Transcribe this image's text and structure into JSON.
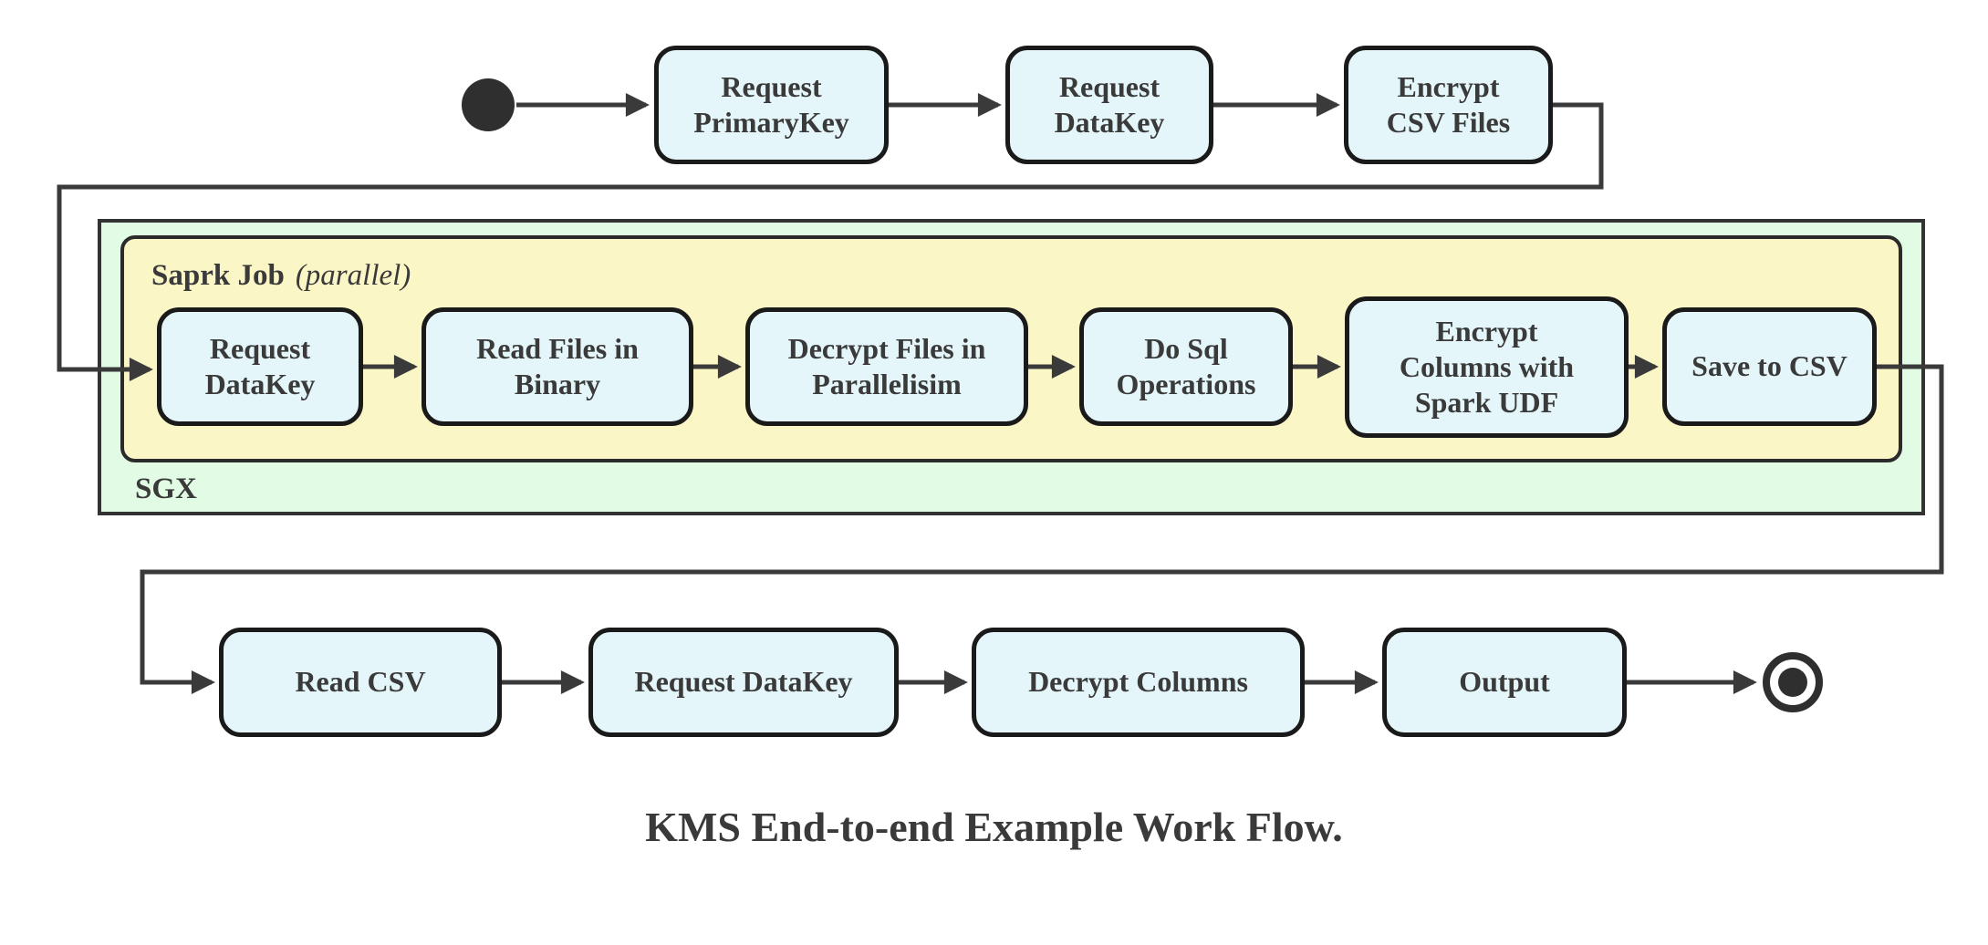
{
  "caption": "KMS End-to-end Example Work Flow.",
  "containers": {
    "sgx": {
      "label": "SGX"
    },
    "spark_job": {
      "label": "Saprk Job",
      "qualifier": "(parallel)"
    }
  },
  "rows": {
    "top": [
      {
        "id": "request-primarykey",
        "label": "Request\nPrimaryKey"
      },
      {
        "id": "request-datakey",
        "label": "Request\nDataKey"
      },
      {
        "id": "encrypt-csv-files",
        "label": "Encrypt\nCSV Files"
      }
    ],
    "sgx": [
      {
        "id": "request-datakey-sgx",
        "label": "Request\nDataKey"
      },
      {
        "id": "read-files-in-binary",
        "label": "Read Files in\nBinary"
      },
      {
        "id": "decrypt-files-in-parallelisim",
        "label": "Decrypt Files in\nParallelisim"
      },
      {
        "id": "do-sql-operations",
        "label": "Do Sql\nOperations"
      },
      {
        "id": "encrypt-columns-with-spark-udf",
        "label": "Encrypt\nColumns with\nSpark UDF"
      },
      {
        "id": "save-to-csv",
        "label": "Save to CSV"
      }
    ],
    "bottom": [
      {
        "id": "read-csv",
        "label": "Read CSV"
      },
      {
        "id": "request-datakey-final",
        "label": "Request DataKey"
      },
      {
        "id": "decrypt-columns",
        "label": "Decrypt Columns"
      },
      {
        "id": "output",
        "label": "Output"
      }
    ]
  },
  "terminals": {
    "start": "initial-state",
    "end": "final-state"
  },
  "colors": {
    "node_fill": "#E4F6F9",
    "node_border": "#1A1A1A",
    "sgx_fill": "#E1FBE4",
    "sgx_border": "#333333",
    "spark_fill": "#FBF6C6",
    "spark_border": "#2B2B2B",
    "edge": "#3A3A3A",
    "text": "#3A3A3A",
    "terminal": "#2F2F2F"
  }
}
